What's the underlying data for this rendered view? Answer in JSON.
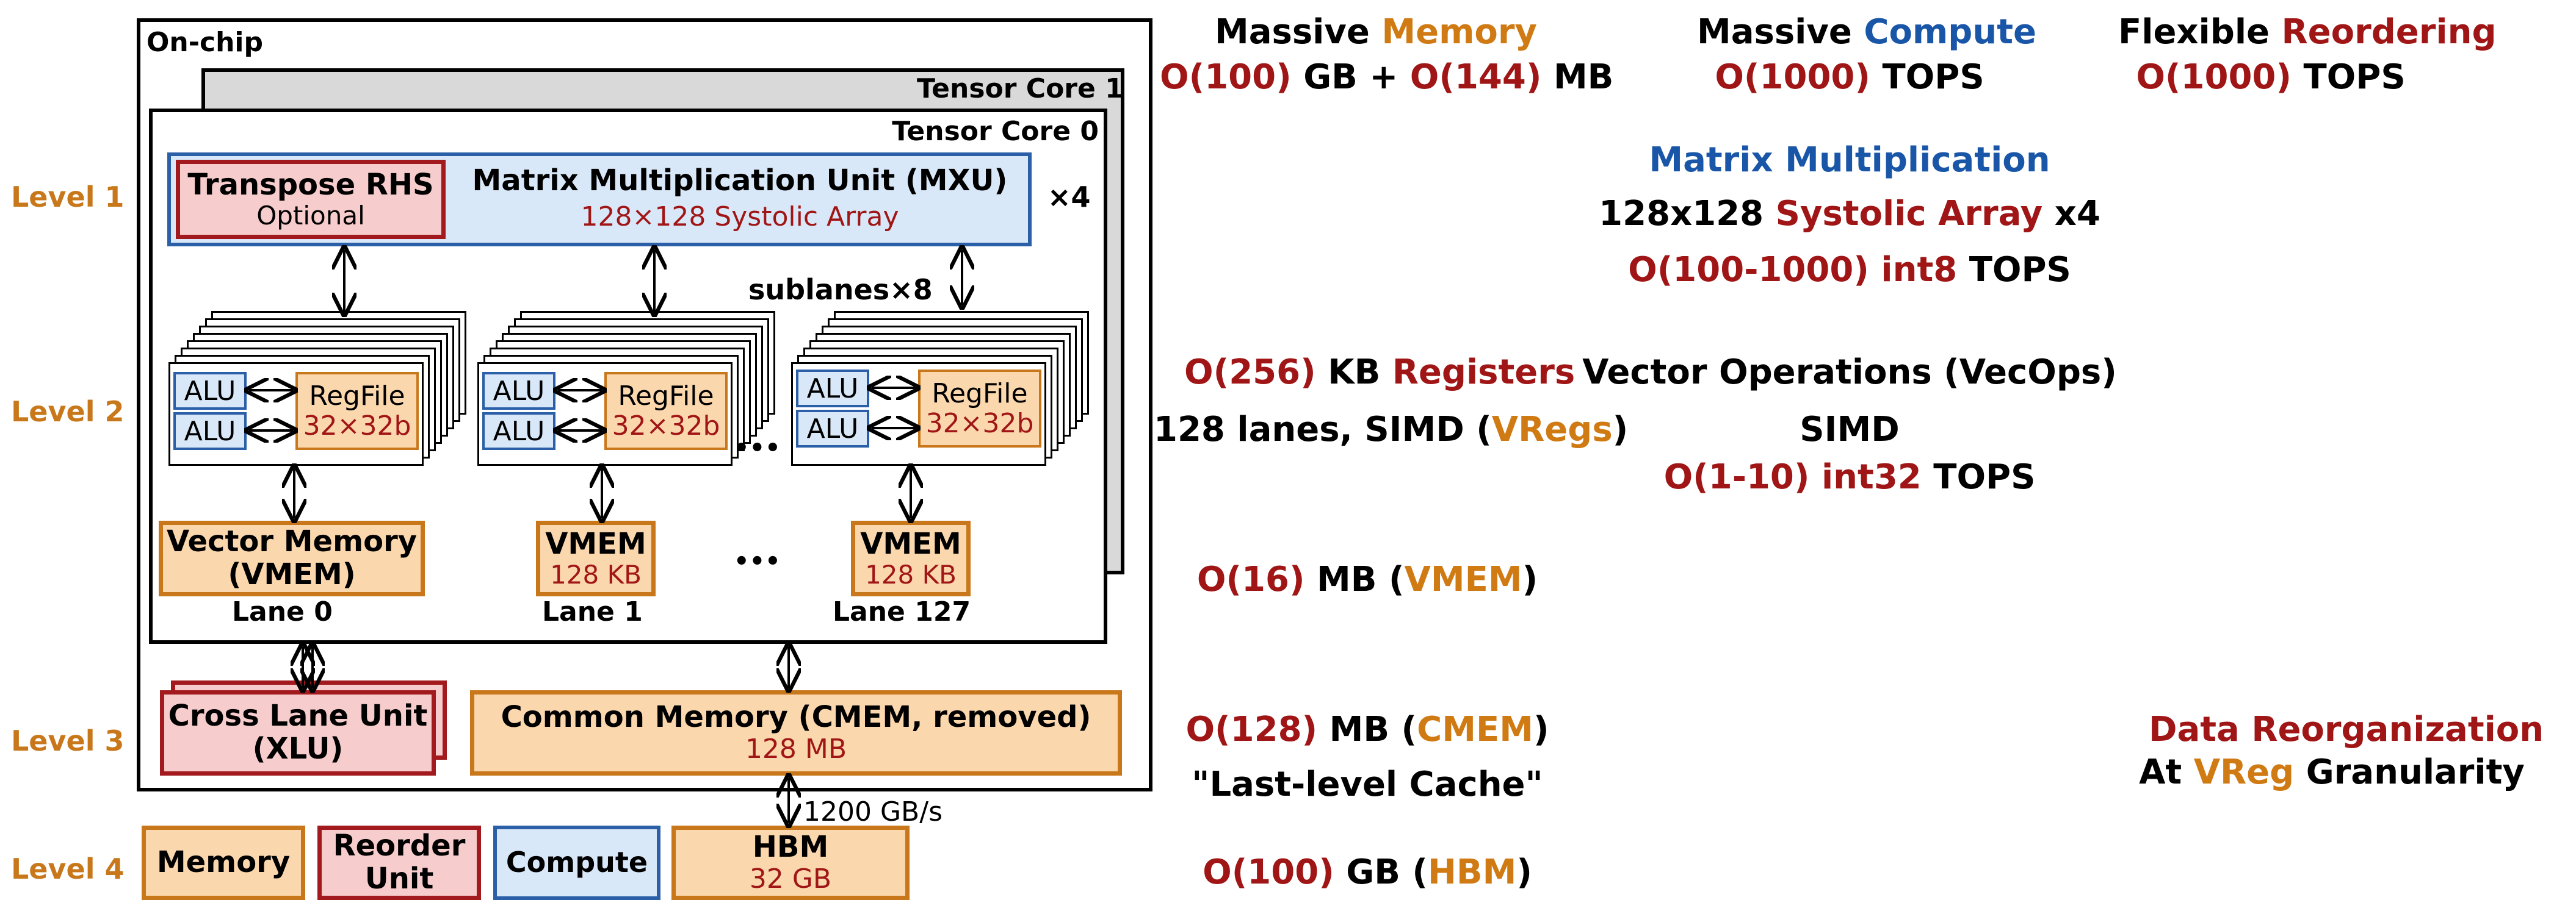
{
  "levels": [
    "Level 1",
    "Level 2",
    "Level 3",
    "Level 4"
  ],
  "chip": {
    "label": "On-chip",
    "tensor_core_1": "Tensor Core 1",
    "tensor_core_0": "Tensor Core 0",
    "transpose": {
      "title": "Transpose RHS",
      "sub": "Optional"
    },
    "mxu": {
      "title": "Matrix Multiplication Unit (MXU)",
      "sub": "128×128 Systolic Array",
      "mult": "×4"
    },
    "sublanes": "sublanes×8",
    "alu": "ALU",
    "regfile": {
      "title": "RegFile",
      "sub": "32×32b"
    },
    "dots": "•••",
    "vmem0": {
      "title": "Vector Memory",
      "title2": "(VMEM)",
      "lane": "Lane 0"
    },
    "vmem1": {
      "title": "VMEM",
      "sub": "128 KB",
      "lane": "Lane 1"
    },
    "vmem127": {
      "title": "VMEM",
      "sub": "128 KB",
      "lane": "Lane 127"
    },
    "xlu": {
      "title": "Cross Lane Unit",
      "title2": "(XLU)"
    },
    "cmem": {
      "title": "Common Memory (CMEM, removed)",
      "sub": "128 MB"
    },
    "bandwidth": "1200 GB/s"
  },
  "legend": {
    "memory": "Memory",
    "reorder": "Reorder Unit",
    "compute": "Compute",
    "hbm": {
      "title": "HBM",
      "sub": "32 GB"
    }
  },
  "memory_col": {
    "header": {
      "a": "Massive",
      "b": "Memory"
    },
    "total": {
      "a": "O(100)",
      "b": "GB +",
      "c": "O(144)",
      "d": "MB"
    },
    "registers": {
      "a": "O(256)",
      "b": "KB",
      "c": "Registers"
    },
    "lanes": {
      "a": "128 lanes, SIMD (",
      "b": "VRegs",
      "c": ")"
    },
    "vmem": {
      "a": "O(16)",
      "b": "MB (",
      "c": "VMEM",
      "d": ")"
    },
    "cmem": {
      "a": "O(128)",
      "b": "MB (",
      "c": "CMEM",
      "d": ")"
    },
    "cache": "\"Last-level Cache\"",
    "hbm": {
      "a": "O(100)",
      "b": "GB (",
      "c": "HBM",
      "d": ")"
    }
  },
  "compute_col": {
    "header": {
      "a": "Massive",
      "b": "Compute"
    },
    "tops": {
      "a": "O(1000)",
      "b": "TOPS"
    },
    "matmul": "Matrix Multiplication",
    "systolic": {
      "a": "128x128",
      "b": "Systolic Array",
      "c": "x4"
    },
    "int8": {
      "a": "O(100-1000) int8",
      "b": "TOPS"
    },
    "vecops": "Vector Operations (VecOps)",
    "simd": "SIMD",
    "int32": {
      "a": "O(1-10) int32",
      "b": "TOPS"
    }
  },
  "reorder_col": {
    "header": {
      "a": "Flexible",
      "b": "Reordering"
    },
    "tops": {
      "a": "O(1000)",
      "b": "TOPS"
    },
    "data_reorg": "Data Reorganization",
    "granularity": {
      "a": "At",
      "b": "VReg",
      "c": "Granularity"
    }
  }
}
